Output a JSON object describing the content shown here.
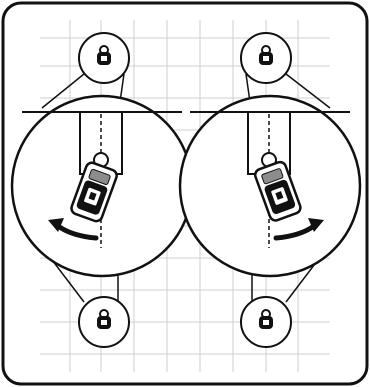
{
  "figure": {
    "panel_count": 2,
    "panels": [
      {
        "id": "left",
        "rotation": "counter-clockwise",
        "icon": "clip-detail-icon"
      },
      {
        "id": "right",
        "rotation": "clockwise",
        "icon": "clip-detail-icon"
      }
    ],
    "background_grid": true,
    "colors": {
      "ink": "#111111",
      "grid": "#cfcfcf",
      "pendant_gray": "#8c8c8c",
      "background": "#ffffff"
    }
  }
}
